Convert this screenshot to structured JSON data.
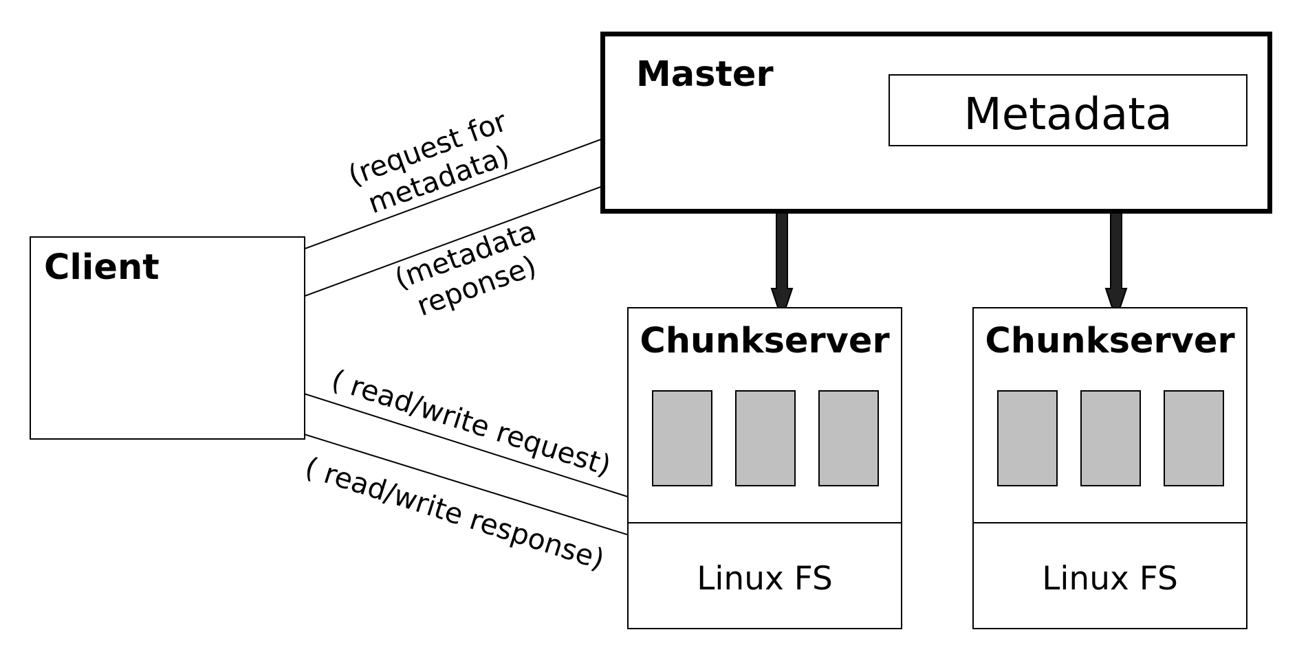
{
  "master": {
    "title": "Master",
    "metadata_label": "Metadata"
  },
  "client": {
    "title": "Client"
  },
  "chunkservers": [
    {
      "title": "Chunkserver",
      "fs_label": "Linux FS"
    },
    {
      "title": "Chunkserver",
      "fs_label": "Linux FS"
    }
  ],
  "edges": {
    "request_metadata": {
      "line1": "(request for",
      "line2": "metadata)"
    },
    "metadata_response": {
      "line1": "(metadata",
      "line2": "reponse)"
    },
    "rw_request": {
      "label": "( read/write request)"
    },
    "rw_response": {
      "label": "( read/write response)"
    }
  },
  "colors": {
    "stroke": "#000000",
    "chunk_fill": "#c0c0c0",
    "thick_arrow": "#222222"
  }
}
